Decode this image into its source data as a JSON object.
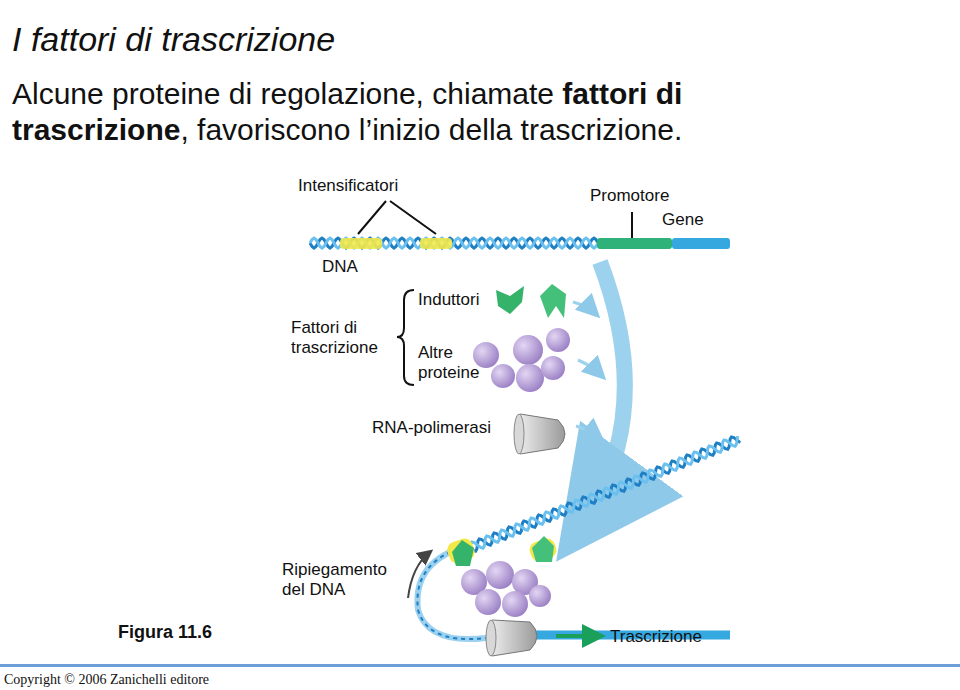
{
  "diagram": {
    "title": "I fattori di trascrizione",
    "caption": "Figura 11.6",
    "labels": [
      "Alcune proteine di regolazione, chiamate",
      "fattori di trascrizione",
      ", favoriscono l’inizio della trascrizione.",
      "Intensificatori",
      "Promotore",
      "Gene",
      "DNA",
      "Fattori di trascrizione",
      "Induttori",
      "Altre proteine",
      "RNA-polimerasi",
      "Ripiegamento del DNA",
      "Trascrizione",
      "Copyright © 2006 Zanichelli editore"
    ]
  }
}
